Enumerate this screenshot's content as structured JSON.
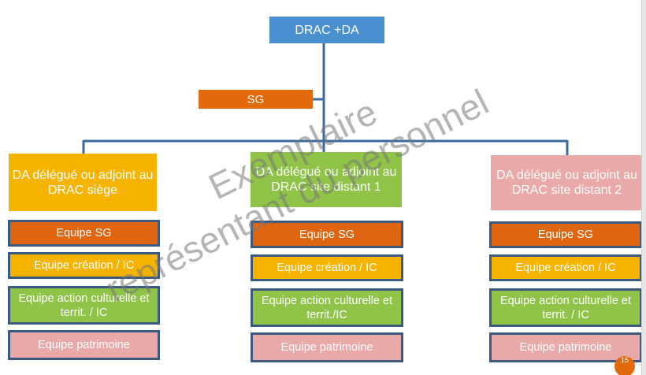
{
  "diagram": {
    "root": "DRAC +DA",
    "sg": "SG",
    "branches": [
      {
        "title": "DA délégué ou adjoint au DRAC siège",
        "teams": [
          "Equipe SG",
          "Equipe création / IC",
          "Equipe action culturelle et territ. / IC",
          "Equipe patrimoine"
        ]
      },
      {
        "title": "DA délégué ou adjoint au DRAC site distant 1",
        "teams": [
          "Equipe SG",
          "Equipe création / IC",
          "Equipe action culturelle et territ./IC",
          "Equipe patrimoine"
        ]
      },
      {
        "title": "DA délégué ou adjoint au DRAC site distant 2",
        "teams": [
          "Equipe SG",
          "Equipe création / IC",
          "Equipe action culturelle et territ. / IC",
          "Equipe patrimoine"
        ]
      }
    ]
  },
  "watermark": {
    "line1": "Exemplaire",
    "line2": "représentant du personnel"
  },
  "page_number": "15",
  "colors": {
    "root": "#4a8fd0",
    "sg": "#e36a0c",
    "branch_1": "#f6b300",
    "branch_2": "#8fc448",
    "branch_3": "#eaa9a9",
    "team_border": "#3b5a80",
    "connector": "#3b6aa0"
  }
}
